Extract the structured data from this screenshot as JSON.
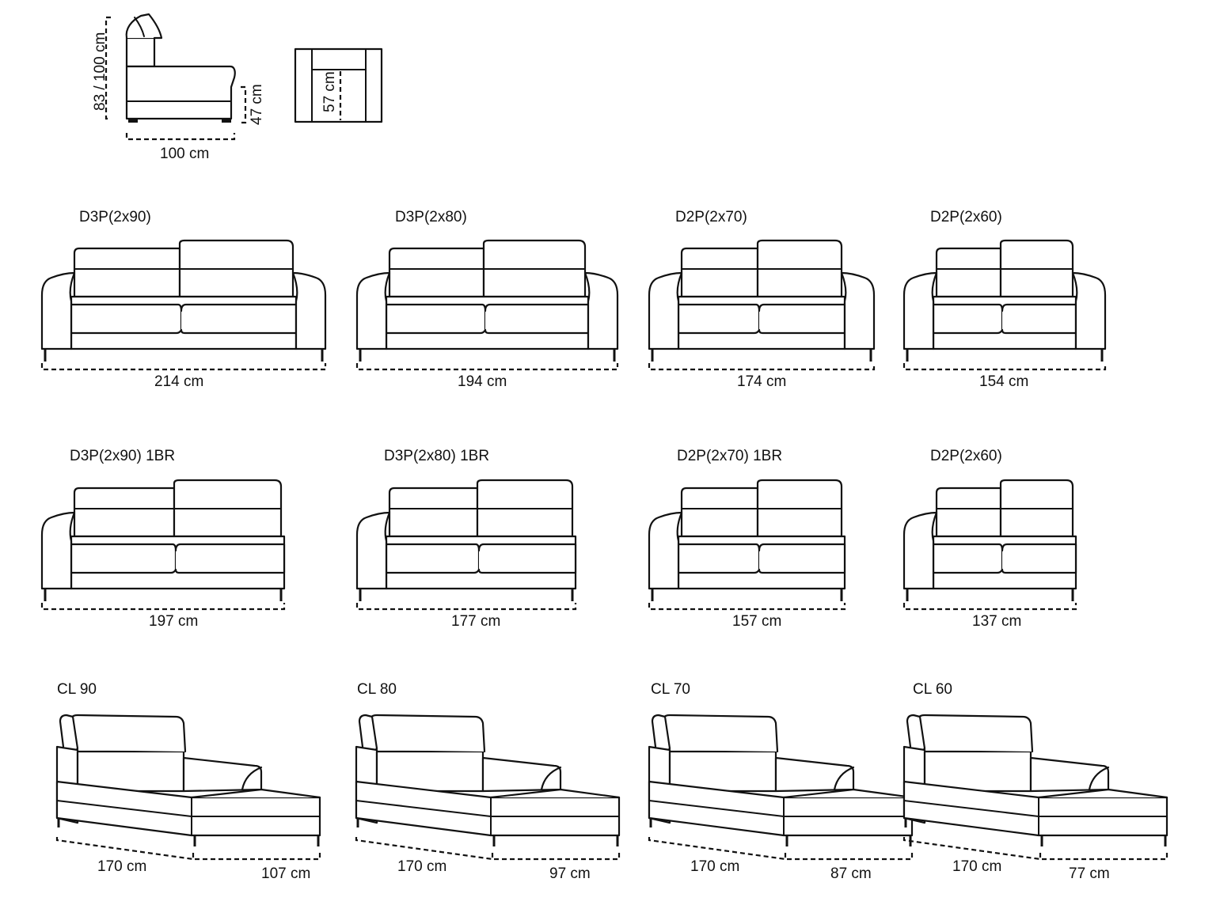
{
  "top": {
    "height_label": "83 / 100 cm",
    "seat_height_label": "47 cm",
    "depth_label": "100 cm",
    "seat_depth_label": "57 cm"
  },
  "row1": [
    {
      "code": "D3P(2x90)",
      "width": "214 cm"
    },
    {
      "code": "D3P(2x80)",
      "width": "194 cm"
    },
    {
      "code": "D2P(2x70)",
      "width": "174 cm"
    },
    {
      "code": "D2P(2x60)",
      "width": "154 cm"
    }
  ],
  "row2": [
    {
      "code": "D3P(2x90) 1BR",
      "width": "197 cm"
    },
    {
      "code": "D3P(2x80) 1BR",
      "width": "177 cm"
    },
    {
      "code": "D2P(2x70) 1BR",
      "width": "157 cm"
    },
    {
      "code": "D2P(2x60)",
      "width": "137 cm"
    }
  ],
  "row3": [
    {
      "code": "CL 90",
      "length": "170 cm",
      "width": "107 cm"
    },
    {
      "code": "CL 80",
      "length": "170 cm",
      "width": "97 cm"
    },
    {
      "code": "CL 70",
      "length": "170 cm",
      "width": "87 cm"
    },
    {
      "code": "CL 60",
      "length": "170 cm",
      "width": "77 cm"
    }
  ]
}
